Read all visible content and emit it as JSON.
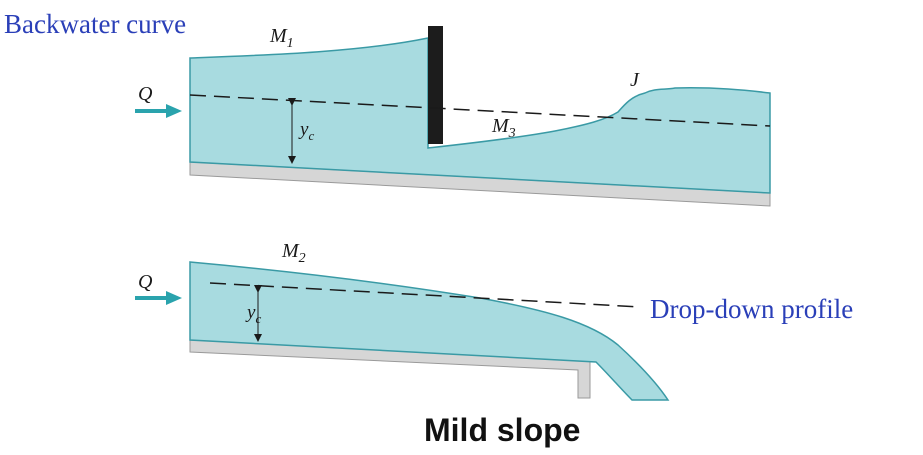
{
  "labels": {
    "backwater_curve": "Backwater curve",
    "drop_down_profile": "Drop-down profile",
    "caption": "Mild slope"
  },
  "top_diagram": {
    "flow_label": "Q",
    "critical_depth_label": "y",
    "critical_depth_sub": "c",
    "profile_upstream": "M",
    "profile_upstream_sub": "1",
    "profile_downstream": "M",
    "profile_downstream_sub": "3",
    "jump_label": "J"
  },
  "bottom_diagram": {
    "flow_label": "Q",
    "critical_depth_label": "y",
    "critical_depth_sub": "c",
    "profile": "M",
    "profile_sub": "2"
  },
  "colors": {
    "water": "#a8dbe0",
    "water_edge": "#3a9aa5",
    "channel_bed": "#d6d6d6",
    "gate": "#1c1c1c",
    "arrow": "#2aa3ad",
    "annotation": "#2a3fb8"
  }
}
